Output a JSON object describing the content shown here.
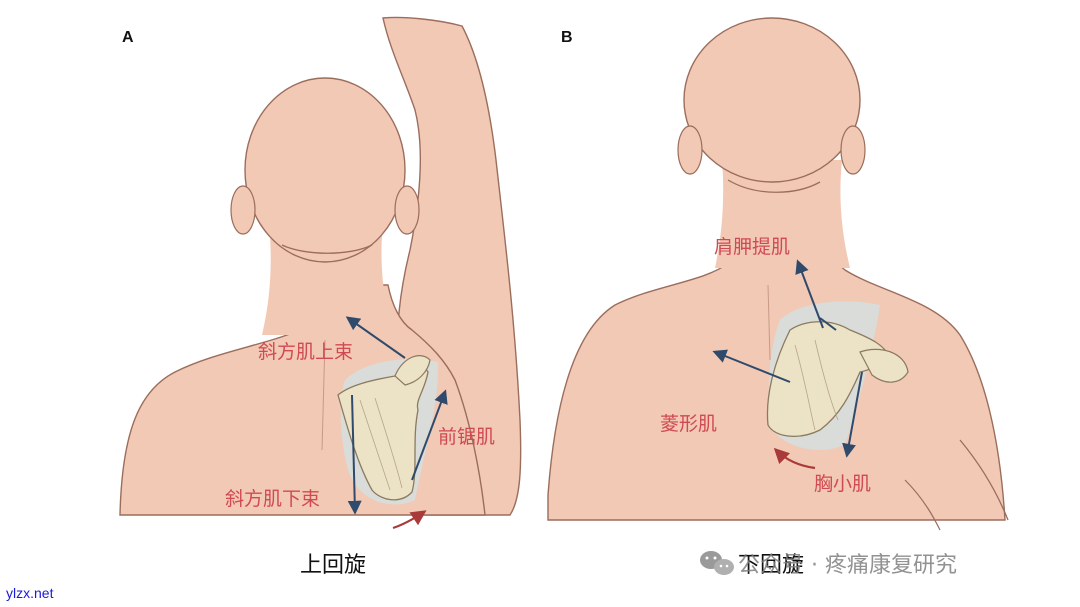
{
  "panels": {
    "a": {
      "letter": "A",
      "caption": "上回旋",
      "labels": {
        "upper_trapezius": "斜方肌上束",
        "serratus_anterior": "前锯肌",
        "lower_trapezius": "斜方肌下束"
      }
    },
    "b": {
      "letter": "B",
      "caption": "下回旋",
      "labels": {
        "levator_scapulae": "肩胛提肌",
        "rhomboid": "菱形肌",
        "pectoralis_minor": "胸小肌"
      }
    }
  },
  "watermark": {
    "text": "公众号 · 疼痛康复研究",
    "icon": "wechat-icon"
  },
  "site_label": "ylzx.net",
  "colors": {
    "skin": "#f2c9b5",
    "skin_stroke": "#9b6d5c",
    "bone": "#ece2c6",
    "muscle_label": "#d04a52",
    "vector_arrow": "#2f4a6b",
    "rotation_arrow": "#a83a3a"
  }
}
